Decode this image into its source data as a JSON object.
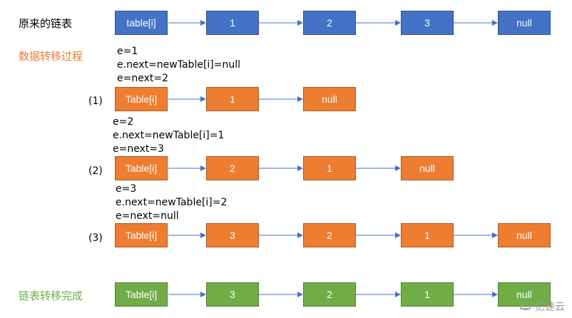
{
  "rows": {
    "original": {
      "label": "原来的链表",
      "nodes": [
        "table[i]",
        "1",
        "2",
        "3",
        "null"
      ]
    },
    "process_label": "数据转移过程",
    "step1": {
      "index": "(1)",
      "notes": [
        "e=1",
        "e.next=newTable[i]=null",
        "e=next=2"
      ],
      "nodes": [
        "Table[i]",
        "1",
        "null"
      ]
    },
    "step2": {
      "index": "(2)",
      "notes": [
        "e=2",
        "e.next=newTable[i]=1",
        "e=next=3"
      ],
      "nodes": [
        "Table[i]",
        "2",
        "1",
        "null"
      ]
    },
    "step3": {
      "index": "(3)",
      "notes": [
        "e=3",
        "e.next=newTable[i]=2",
        "e=next=null"
      ],
      "nodes": [
        "Table[i]",
        "3",
        "2",
        "1",
        "null"
      ]
    },
    "final": {
      "label": "链表转移完成",
      "nodes": [
        "Table[i]",
        "3",
        "2",
        "1",
        "null"
      ]
    }
  },
  "colors": {
    "blue": "#4472c4",
    "orange": "#ed7d31",
    "green": "#70ad47",
    "arrow": "#4472c4"
  },
  "watermark": {
    "text": "亿速云",
    "icon": "yisu-cloud-logo-icon"
  }
}
